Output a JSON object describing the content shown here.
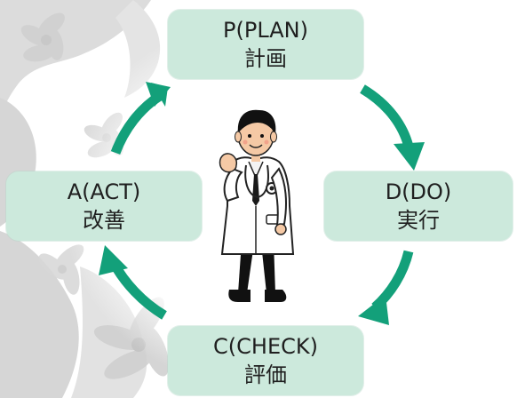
{
  "cycle": {
    "stages": [
      {
        "title": "P(PLAN)",
        "subtitle": "計画"
      },
      {
        "title": "D(DO)",
        "subtitle": "実行"
      },
      {
        "title": "C(CHECK)",
        "subtitle": "評価"
      },
      {
        "title": "A(ACT)",
        "subtitle": "改善"
      }
    ]
  },
  "colors": {
    "box_fill": "#cce9dc",
    "arrow": "#13a07a",
    "background_ornament": "#d9d9d9",
    "doctor_coat": "#ffffff",
    "doctor_outline": "#222222"
  },
  "icons": {
    "center": "doctor-icon",
    "arrows": "curved-arrow-icon",
    "background": "floral-pattern"
  }
}
